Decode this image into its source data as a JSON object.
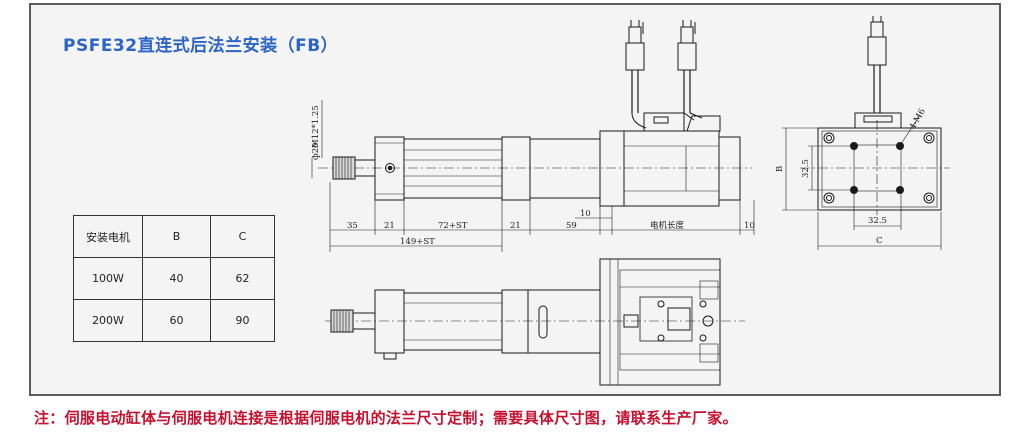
{
  "title": "PSFE32直连式后法兰安装（FB）",
  "note": "注：伺服电动缸体与伺服电机连接是根据伺服电机的法兰尺寸定制；需要具体尺寸图，请联系生产厂家。",
  "table": {
    "headers": [
      "安装电机",
      "B",
      "C"
    ],
    "rows": [
      [
        "100W",
        "40",
        "62"
      ],
      [
        "200W",
        "60",
        "90"
      ]
    ]
  },
  "dimensions": {
    "thread": "M12*1.25",
    "rod_dia": "ф20",
    "d35": "35",
    "d21a": "21",
    "d72st": "72+ST",
    "d21b": "21",
    "d59": "59",
    "d10a": "10",
    "motor_len": "电机长度",
    "d10b": "10",
    "total": "149+ST",
    "b": "B",
    "b32": "32.5",
    "h32": "32.5",
    "c": "C",
    "holes": "4-M6"
  },
  "colors": {
    "frame_bg": "#f4f4f4",
    "title": "#2b64c8",
    "note": "#c8102e",
    "line": "#1a1a1a"
  }
}
